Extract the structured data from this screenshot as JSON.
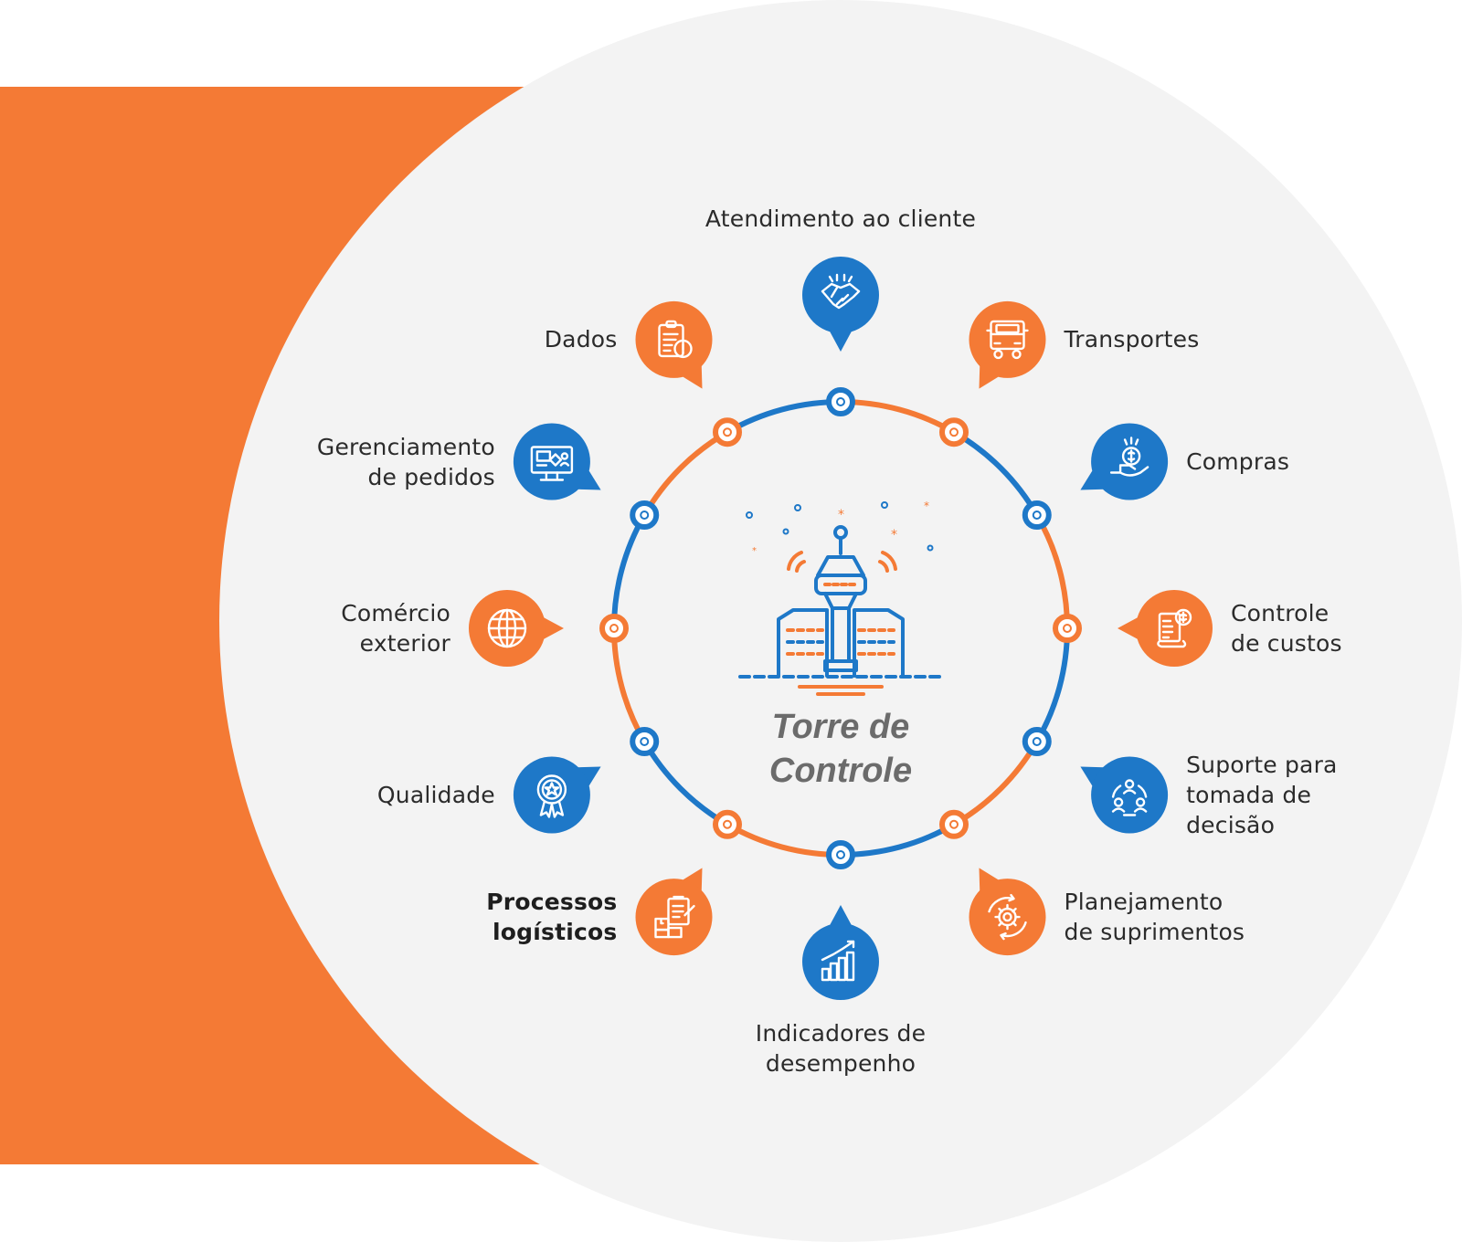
{
  "center": {
    "title": "Torre de\nControle",
    "icon": "control-tower-icon"
  },
  "colors": {
    "orange": "#F47A35",
    "blue": "#1E78C8",
    "background": "#F3F3F3"
  },
  "items": [
    {
      "label": "Atendimento ao cliente",
      "icon": "handshake-icon",
      "color": "blue"
    },
    {
      "label": "Transportes",
      "icon": "truck-icon",
      "color": "orange"
    },
    {
      "label": "Compras",
      "icon": "hand-coin-icon",
      "color": "blue"
    },
    {
      "label": "Controle\nde custos",
      "icon": "invoice-dollar-icon",
      "color": "orange"
    },
    {
      "label": "Suporte para\ntomada de\ndecisão",
      "icon": "team-cycle-icon",
      "color": "blue"
    },
    {
      "label": "Planejamento\nde suprimentos",
      "icon": "gear-cycle-icon",
      "color": "orange"
    },
    {
      "label": "Indicadores de\ndesempenho",
      "icon": "growth-chart-icon",
      "color": "blue"
    },
    {
      "label": "Processos\nlogísticos",
      "icon": "boxes-clipboard-icon",
      "color": "orange"
    },
    {
      "label": "Qualidade",
      "icon": "award-badge-icon",
      "color": "blue"
    },
    {
      "label": "Comércio\nexterior",
      "icon": "globe-icon",
      "color": "orange"
    },
    {
      "label": "Gerenciamento\nde pedidos",
      "icon": "order-monitor-icon",
      "color": "blue"
    },
    {
      "label": "Dados",
      "icon": "clipboard-alert-icon",
      "color": "orange"
    }
  ]
}
